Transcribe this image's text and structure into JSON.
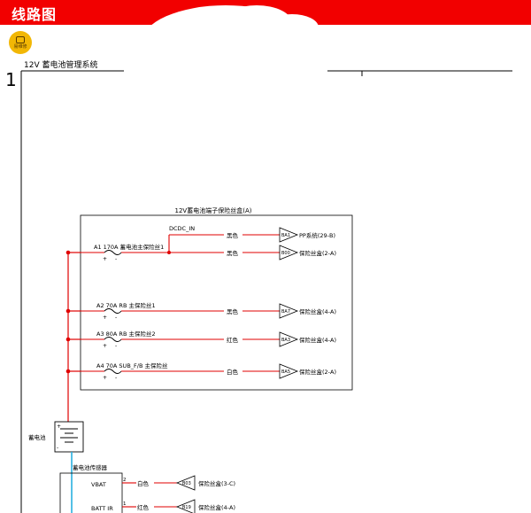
{
  "header": {
    "title": "线路图"
  },
  "logo": {
    "text": "易维修"
  },
  "system_title": "12V 蓄电池管理系统",
  "page_number": "1",
  "fuse_box": {
    "title": "12V蓄电池端子保险丝盒(A)",
    "dcdc_label": "DCDC_IN",
    "fuses": [
      {
        "label": "A1 170A 蓄电池主保险丝1"
      },
      {
        "label": "A2 70A RB 主保险丝1"
      },
      {
        "label": "A3 80A RB 主保险丝2"
      },
      {
        "label": "A4 70A SUB_F/B 主保险丝"
      }
    ],
    "wires": [
      {
        "color_label": "黑色",
        "connector": "BA1",
        "destination": "PP系统(29-B)"
      },
      {
        "color_label": "黑色",
        "connector": "B00",
        "destination": "保险丝盒(2-A)"
      },
      {
        "color_label": "黑色",
        "connector": "BA7",
        "destination": "保险丝盒(4-A)"
      },
      {
        "color_label": "红色",
        "connector": "BA3",
        "destination": "保险丝盒(4-A)"
      },
      {
        "color_label": "白色",
        "connector": "BA5",
        "destination": "保险丝盒(2-A)"
      }
    ]
  },
  "battery": {
    "label": "蓄电池"
  },
  "sensor": {
    "title": "蓄电池传感器",
    "pins": [
      {
        "name": "VBAT",
        "pin": "2",
        "color_label": "白色",
        "connector": "B03",
        "destination": "保险丝盒(3-C)"
      },
      {
        "name": "BATT IR",
        "pin": "1",
        "color_label": "红色",
        "connector": "B19",
        "destination": "保险丝盒(4-A)"
      }
    ]
  },
  "colors": {
    "header": "#f20000",
    "wire_red": "#e00000",
    "wire_blue": "#2ab0e0",
    "logo": "#f2b705"
  }
}
